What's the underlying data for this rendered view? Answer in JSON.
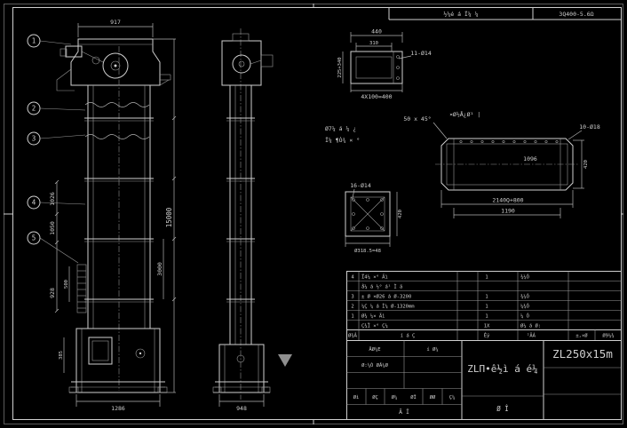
{
  "colors": {
    "background": "#000000",
    "line": "#cfcfcf",
    "dim_text": "#c9c9c9"
  },
  "header": {
    "left_cell": "½¼é á Ï¼ ¼",
    "right_cell": "3Q400-5.6Ω"
  },
  "balloons": {
    "b1": "1",
    "b2": "2",
    "b3": "3",
    "b4": "4",
    "b5": "5"
  },
  "front_view": {
    "dim_top": "917",
    "dim_overall": "15000",
    "dim_mid": "3000",
    "dim_upper_left": "1026",
    "dim_lower_left": "1050",
    "dim_ladder": "500",
    "dim_door": "928",
    "dim_boot": "385",
    "dim_bottom": "1286"
  },
  "side_view": {
    "dim_bottom": "948"
  },
  "flange_detail": {
    "dim_outer": "440",
    "dim_inner": "310",
    "holes": "11-Ø14",
    "dim_left": "225+340",
    "dim_bottom": "4X100=400",
    "note_line1": "Ø7¼ á ¼ ¿",
    "note_line2": "Ï¼ ¶Ò¾ × °"
  },
  "casing_detail": {
    "title": "¤Ø½Å¿Ø¹ |",
    "chamfer": "50 x 45°",
    "holes": "10-Ø18",
    "dim_inner": "1096",
    "dim_right": "420",
    "dim_total": "2140Q+800",
    "dim_span": "1190"
  },
  "plate_detail": {
    "holes": "16-Ø14",
    "dim_bottom": "Ø318.5=48",
    "dim_right": "420"
  },
  "parts_table": {
    "rows": [
      {
        "no": "4",
        "name": "Ï4¼ ×° Äì",
        "qty": "1",
        "mat": "¾¼Ô",
        "rem": ""
      },
      {
        "no": "",
        "name": "å¼ á ½° á¹ Ì ä",
        "qty": "",
        "mat": "",
        "rem": ""
      },
      {
        "no": "3",
        "name": "± Ø ×Ø26 á Ø-3200",
        "qty": "1",
        "mat": "¾¼Ô",
        "rem": ""
      },
      {
        "no": "2",
        "name": "¼Ç ¼ á Ì¼ Ø-1320mm",
        "qty": "1",
        "mat": "¼¾Ô",
        "rem": ""
      },
      {
        "no": "1",
        "name": "Ø¾ ¼× Äì",
        "qty": "1",
        "mat": "¼ Ô",
        "rem": ""
      },
      {
        "no": "",
        "name": "Ç¾Ï ×° Ç¼",
        "qty": "1X",
        "mat": "Ø¼ á Ø:",
        "rem": ""
      }
    ],
    "header": {
      "no": "Ø¾Â",
      "name": "í á Ç",
      "qty": "Êý",
      "mat": "²ÄÁ",
      "rem1": "±,×Ø",
      "rem2": "Ø9¼¾"
    }
  },
  "title_block": {
    "product": "ZLΠ•ê½ì á é¼",
    "drawing_no": "ZL250x15m",
    "left_r1c1": "ÄØ¼E",
    "left_r1c2": "í Ø¼",
    "ratio": "Ø:¼Ò ØÂ¼Ø",
    "sign": [
      "Øì",
      "ØÇ",
      "Ø¼",
      "ØÎ",
      "ØØ",
      "Ç¼"
    ],
    "sheet": "Ã Î",
    "bottom_mark": "Ø Î"
  }
}
